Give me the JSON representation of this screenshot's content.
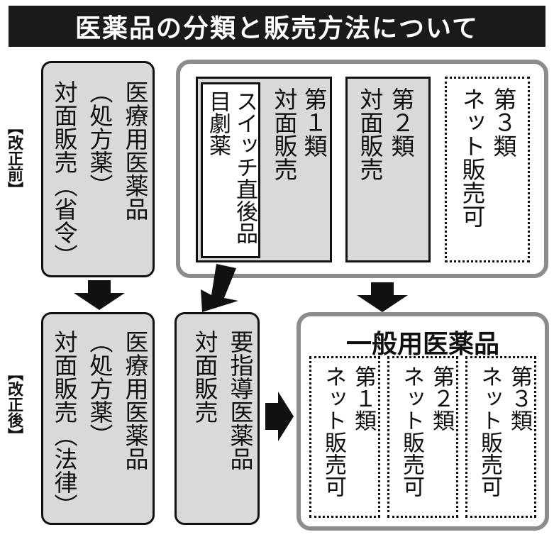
{
  "title": "医薬品の分類と販売方法について",
  "labels": {
    "before": "【改正前】",
    "after": "【改正後】"
  },
  "before": {
    "rx": {
      "col1": "医療用医薬品",
      "col2": "（処方薬）",
      "col3": "対面販売（省令）"
    },
    "class1": {
      "col1": "第１類",
      "col2": "対面販売"
    },
    "switch": {
      "col1": "スイッチ直後品",
      "col2": "目劇薬"
    },
    "class2": {
      "col1": "第２類",
      "col2": "対面販売"
    },
    "class3": {
      "col1": "第３類",
      "col2": "ネット販売可"
    }
  },
  "after": {
    "rx": {
      "col1": "医療用医薬品",
      "col2": "（処方薬）",
      "col3": "対面販売（法律）"
    },
    "guidance": {
      "col1": "要指導医薬品",
      "col2": "対面販売"
    },
    "general": {
      "title": "一般用医薬品",
      "class1": {
        "col1": "第１類",
        "col2": "ネット販売可"
      },
      "class2": {
        "col1": "第２類",
        "col2": "ネット販売可"
      },
      "class3": {
        "col1": "第３類",
        "col2": "ネット販売可"
      }
    }
  }
}
